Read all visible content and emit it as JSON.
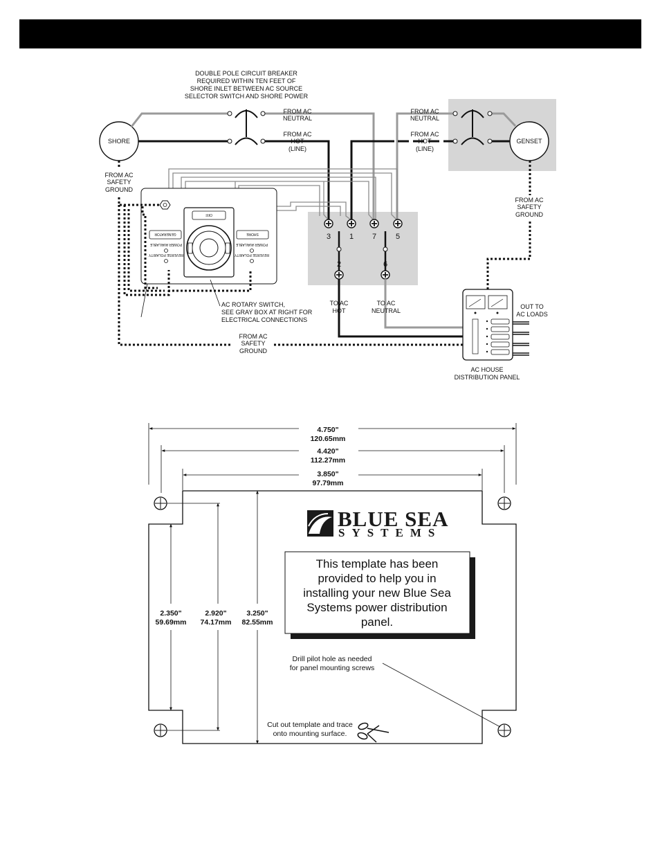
{
  "colors": {
    "header_bar": "#000000",
    "gray_box": "#d6d6d6",
    "gray_wire": "#9a9a9a",
    "black_wire": "#111111"
  },
  "wiring": {
    "breaker_note": [
      "DOUBLE POLE CIRCUIT BREAKER",
      "REQUIRED WITHIN TEN FEET OF",
      "SHORE INLET BETWEEN AC SOURCE",
      "SELECTOR SWITCH AND SHORE POWER"
    ],
    "shore": "SHORE",
    "genset": "GENSET",
    "from_ac_neutral_left": [
      "FROM AC",
      "NEUTRAL"
    ],
    "from_ac_hot_left": [
      "FROM AC",
      "HOT",
      "(LINE)"
    ],
    "from_ac_neutral_right": [
      "FROM AC",
      "NEUTRAL"
    ],
    "from_ac_hot_right": [
      "FROM AC",
      "HOT",
      "(LINE)"
    ],
    "shore_ground": [
      "FROM AC",
      "SAFETY",
      "GROUND"
    ],
    "genset_ground": [
      "FROM AC",
      "SAFETY",
      "GROUND"
    ],
    "bottom_ground": [
      "FROM AC",
      "SAFETY",
      "GROUND"
    ],
    "terminals": [
      "3",
      "1",
      "7",
      "5",
      "2",
      "6"
    ],
    "to_ac_hot": [
      "TO AC",
      "HOT"
    ],
    "to_ac_neutral": [
      "TO AC",
      "NEUTRAL"
    ],
    "rotary_note": [
      "AC ROTARY SWITCH,",
      "SEE GRAY BOX AT RIGHT FOR",
      "ELECTRICAL CONNECTIONS"
    ],
    "out_to_loads": [
      "OUT TO",
      "AC LOADS"
    ],
    "panel_caption": [
      "AC HOUSE",
      "DISTRIBUTION PANEL"
    ],
    "switch_labels": {
      "off": "OFF",
      "generator": "GENERATOR",
      "shore": "SHORE",
      "power_available": "POWER AVAILABLE",
      "reverse_polarity": "REVERSE POLARITY"
    }
  },
  "template": {
    "dim_outer": [
      "4.750\"",
      "120.65mm"
    ],
    "dim_mid": [
      "4.420\"",
      "112.27mm"
    ],
    "dim_inner": [
      "3.850\"",
      "97.79mm"
    ],
    "dim_v1": [
      "2.350\"",
      "59.69mm"
    ],
    "dim_v2": [
      "2.920\"",
      "74.17mm"
    ],
    "dim_v3": [
      "3.250\"",
      "82.55mm"
    ],
    "logo_line1": "BLUE SEA",
    "logo_line2": "SYSTEMS",
    "notice": [
      "This template has been",
      "provided to help you in",
      "installing your new Blue Sea",
      "Systems power distribution",
      "panel."
    ],
    "drill_note": [
      "Drill pilot hole as needed",
      "for panel mounting screws"
    ],
    "cut_note": [
      "Cut out template and trace",
      "onto mounting surface."
    ]
  }
}
